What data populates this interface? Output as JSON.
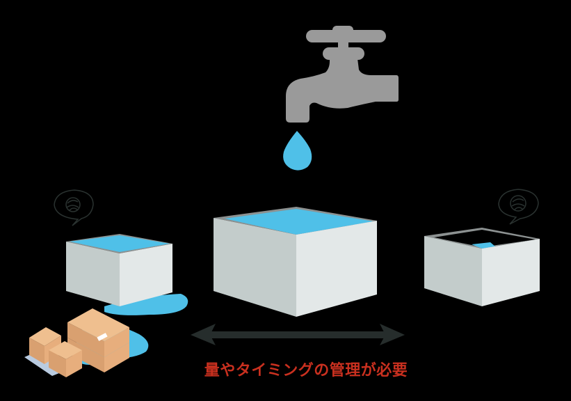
{
  "caption": "量やタイミングの管理が必要",
  "colors": {
    "background": "#000000",
    "caption": "#c9301f",
    "faucet": "#9a9a9a",
    "water": "#4fc0e8",
    "tank_left_face": "#c3cccb",
    "tank_right_face": "#e3e8e8",
    "tank_rim": "#8c9191",
    "arrow": "#262d2c",
    "bubble_stroke": "#2a3230",
    "box_top": "#efbf8f",
    "box_left": "#d9a070",
    "box_right": "#e7ae7d",
    "box_shadow": "#b9cbe0"
  },
  "elements": {
    "faucet": "faucet-icon",
    "drop": "water-drop-icon",
    "tanks": [
      "tank-overflowing",
      "tank-just-right",
      "tank-nearly-empty"
    ],
    "thought_bubbles": [
      "confused-thought-bubble-left",
      "confused-thought-bubble-right"
    ],
    "boxes": "cardboard-boxes",
    "arrow": "double-headed-arrow"
  }
}
